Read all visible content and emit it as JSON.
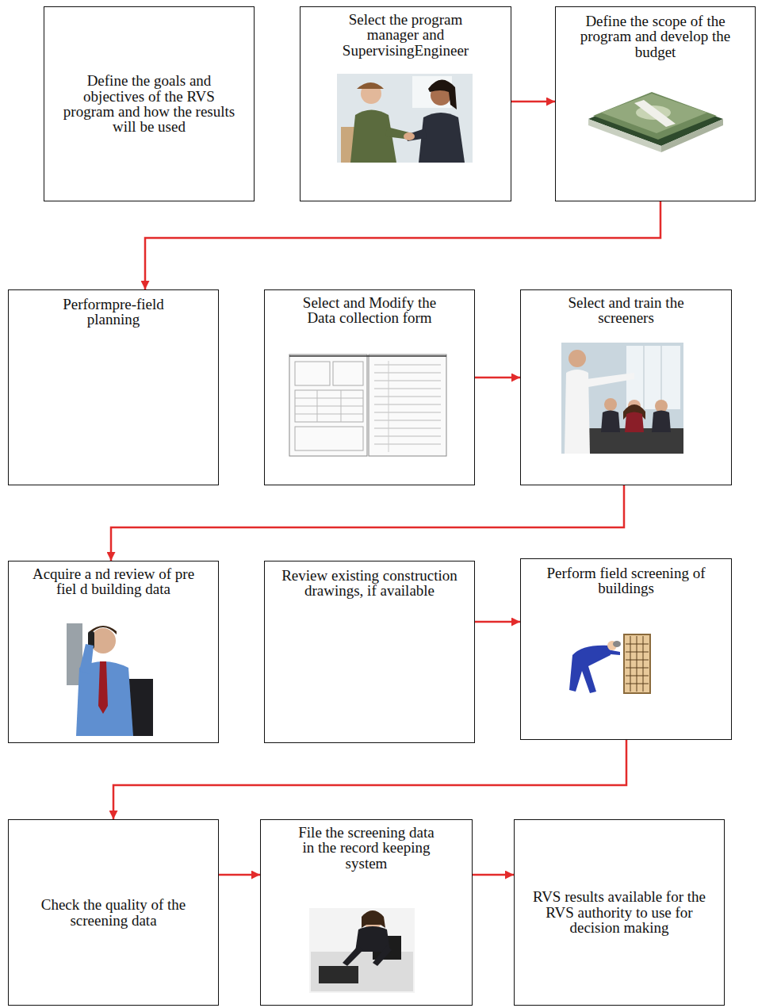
{
  "diagram": {
    "nodes": [
      {
        "text": [
          "Define the goals and objectives of the RVS program and how the results will be used"
        ]
      },
      {
        "text": [
          "Select the program manager and SupervisingEngineer"
        ]
      },
      {
        "text": [
          "Define the scope of the program and develop the budget"
        ]
      },
      {
        "text": [
          "Performpre-field planning"
        ]
      },
      {
        "text": [
          "Select and Modify the Data collection form"
        ]
      },
      {
        "text": [
          "Select and train the screeners"
        ]
      },
      {
        "text": [
          "Acquire a nd review of pre fiel d building data"
        ]
      },
      {
        "text": [
          "Review existing construction drawings, if available"
        ]
      },
      {
        "text": [
          "Perform field screening of buildings"
        ]
      },
      {
        "text": [
          "Check the quality of the screening data"
        ]
      },
      {
        "text": [
          "File the screening data in the record keeping system"
        ]
      },
      {
        "text": [
          "RVS results available for the RVS authority to use for decision making"
        ]
      }
    ],
    "edges": [
      {
        "from": 1,
        "to": 2,
        "arrow": "to"
      },
      {
        "from": 2,
        "to": 3,
        "arrow": "to"
      },
      {
        "from": 4,
        "to": 5,
        "arrow": "to"
      },
      {
        "from": 5,
        "to": 6,
        "arrow": "to"
      },
      {
        "from": 7,
        "to": 8,
        "arrow": "to"
      },
      {
        "from": 8,
        "to": 9,
        "arrow": "to"
      },
      {
        "from": 9,
        "to": 10,
        "arrow": "to"
      },
      {
        "from": 10,
        "to": 11,
        "arrow": "to"
      }
    ]
  }
}
